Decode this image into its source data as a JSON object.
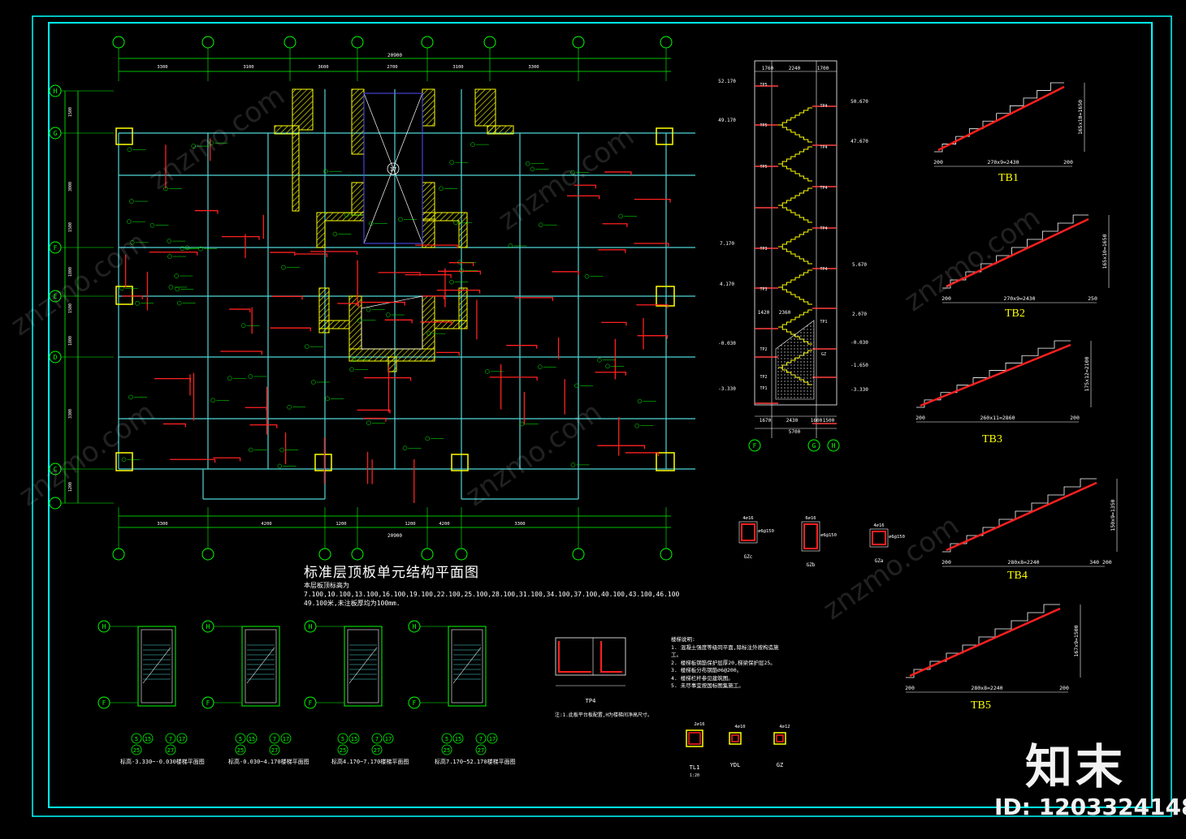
{
  "plan": {
    "title": "标准层顶板单元结构平面图",
    "note": "本层板顶标高为7.100,10.100,13.100,16.100,19.100,22.100,25.100,28.100,31.100,34.100,37.100,40.100,43.100,46.100 49.100米,未注板厚均为100mm.",
    "top_dims": [
      "3300",
      "3100",
      "3600",
      "2700",
      "3100",
      "3300"
    ],
    "top_total": "20900",
    "bottom_dims": [
      "3300",
      "4200",
      "1200",
      "1200",
      "4200",
      "3300"
    ],
    "bottom_total": "20900",
    "grid_rows": [
      "H",
      "G",
      "F",
      "E",
      "D",
      "C"
    ],
    "left_dims": [
      "1500",
      "3000",
      "1500",
      "1800",
      "1500",
      "1800",
      "3300",
      "1200"
    ],
    "center_mark": "17"
  },
  "section": {
    "top_dims": [
      "1760",
      "2240",
      "1700"
    ],
    "bottom_dims": [
      "1670",
      "2430",
      "1600",
      "1500"
    ],
    "bottom_total": "5700",
    "axes": [
      "F",
      "G",
      "H"
    ],
    "left_levels": [
      "52.170",
      "49.170",
      "7.170",
      "4.170",
      "1420",
      "2360",
      "-0.030",
      "-3.330"
    ],
    "right_levels": [
      "50.670",
      "47.670",
      "5.670",
      "2.070",
      "-0.030",
      "-1.650",
      "-3.330"
    ],
    "tags_left": [
      "TP5",
      "TP5",
      "TP5",
      "TP3",
      "TP3",
      "TP2",
      "TP2",
      "TP1"
    ],
    "tags_right": [
      "TP4",
      "TP4",
      "TP4",
      "TP4",
      "TP4",
      "TP1",
      "GZ"
    ]
  },
  "stairs": [
    {
      "label": "TB1",
      "span": "270x9=2430",
      "rise": "165x10=1650",
      "left": "200",
      "right": "200"
    },
    {
      "label": "TB2",
      "span": "270x9=2430",
      "rise": "165x10=1650",
      "left": "200",
      "right": "250"
    },
    {
      "label": "TB3",
      "span": "260x11=2860",
      "rise": "175x12=2100",
      "left": "200",
      "right": "200"
    },
    {
      "label": "TB4",
      "span": "280x8=2240",
      "rise": "150x9=1350",
      "left": "200",
      "right": "340 200"
    },
    {
      "label": "TB5",
      "span": "280x8=2240",
      "rise": "167x9=1500",
      "left": "200",
      "right": "200"
    }
  ],
  "column_details": [
    {
      "label": "GZc",
      "rebar": "4⌀16",
      "tie": "⌀6@150"
    },
    {
      "label": "GZb",
      "rebar": "6⌀16",
      "tie": "⌀6@150"
    },
    {
      "label": "GZa",
      "rebar": "4⌀16",
      "tie": "⌀6@150"
    }
  ],
  "stair_plans": [
    {
      "caption": "标高-3.330~-0.030楼梯平面图",
      "nums": [
        "5",
        "15",
        "25",
        "7",
        "17",
        "27"
      ]
    },
    {
      "caption": "标高-0.030~4.170楼梯平面图",
      "nums": [
        "5",
        "15",
        "25",
        "7",
        "17",
        "27"
      ]
    },
    {
      "caption": "标高4.170~7.170楼梯平面图",
      "nums": [
        "5",
        "15",
        "25",
        "7",
        "17",
        "27"
      ]
    },
    {
      "caption": "标高7.170~52.170楼梯平面图",
      "nums": [
        "5",
        "15",
        "25",
        "7",
        "17",
        "27"
      ]
    }
  ],
  "tp4": {
    "label": "TP4",
    "note": "注:1.此板平台板配置,H为楼梯间净高尺寸。"
  },
  "beams": [
    {
      "label": "TL1",
      "sub": "1:20",
      "rebar": "2⌀16"
    },
    {
      "label": "YDL",
      "rebar": "4⌀10"
    },
    {
      "label": "GZ",
      "rebar": "4⌀12"
    }
  ],
  "notes": {
    "heading": "楼梯说明:",
    "items": [
      "1. 混凝土强度等级同平面,除标注外按构造施工。",
      "2. 楼梯板钢筋保护层厚20,梯梁保护层25。",
      "3. 楼梯板分布钢筋⌀6@200。",
      "4. 楼梯栏杆参见建筑图。",
      "5. 未尽事宜按国标图集施工。"
    ]
  },
  "brand": {
    "logo": "知末",
    "id": "ID: 1203324148"
  },
  "watermark": "znzmo.com",
  "colors": {
    "frame": "#00ffff",
    "grid": "#00ff00",
    "beam": "#ff0000",
    "wall": "#ffff00",
    "line": "#ffffff"
  }
}
